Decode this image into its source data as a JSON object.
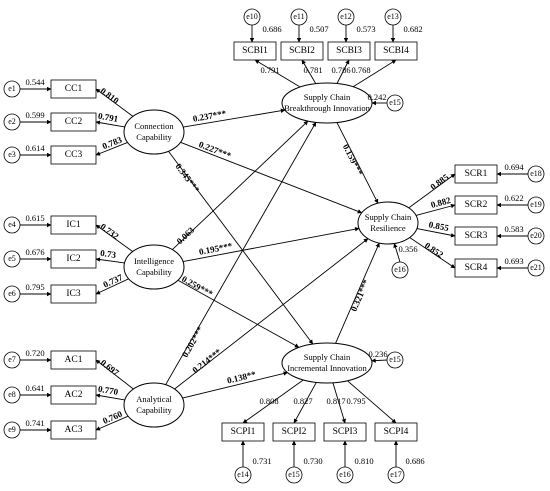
{
  "latents": {
    "cc": [
      "Connection",
      "Capability"
    ],
    "ic": [
      "Intelligence",
      "Capability"
    ],
    "ac": [
      "Analytical",
      "Capability"
    ],
    "scbi": [
      "Supply Chain",
      "Breakthrough Innovation"
    ],
    "scii": [
      "Supply Chain",
      "Incremental Innovation"
    ],
    "scr": [
      "Supply Chain",
      "Resilience"
    ]
  },
  "indicators": {
    "cc": [
      {
        "label": "CC1",
        "error": "e1",
        "variance": "0.544",
        "loading": "0.810"
      },
      {
        "label": "CC2",
        "error": "e2",
        "variance": "0.599",
        "loading": "0.791"
      },
      {
        "label": "CC3",
        "error": "e3",
        "variance": "0.614",
        "loading": "0.783"
      }
    ],
    "ic": [
      {
        "label": "IC1",
        "error": "e4",
        "variance": "0.615",
        "loading": "0.732"
      },
      {
        "label": "IC2",
        "error": "e5",
        "variance": "0.676",
        "loading": "0.73"
      },
      {
        "label": "IC3",
        "error": "e6",
        "variance": "0.795",
        "loading": "0.737"
      }
    ],
    "ac": [
      {
        "label": "AC1",
        "error": "e7",
        "variance": "0.720",
        "loading": "0.697"
      },
      {
        "label": "AC2",
        "error": "e8",
        "variance": "0.641",
        "loading": "0.770"
      },
      {
        "label": "AC3",
        "error": "e9",
        "variance": "0.741",
        "loading": "0.760"
      }
    ],
    "scbi": [
      {
        "label": "SCBI1",
        "error": "e10",
        "variance": "0.686",
        "loading": "0.791"
      },
      {
        "label": "SCBI2",
        "error": "e11",
        "variance": "0.507",
        "loading": "0.781"
      },
      {
        "label": "SCBI3",
        "error": "e12",
        "variance": "0.573",
        "loading": "0.786"
      },
      {
        "label": "SCBI4",
        "error": "e13",
        "variance": "0.682",
        "loading": "0.768"
      }
    ],
    "scii": [
      {
        "label": "SCPI1",
        "error": "e14",
        "variance": "0.731",
        "loading": "0.808"
      },
      {
        "label": "SCPI2",
        "error": "e15",
        "variance": "0.730",
        "loading": "0.827"
      },
      {
        "label": "SCPI3",
        "error": "e16",
        "variance": "0.810",
        "loading": "0.817"
      },
      {
        "label": "SCPI4",
        "error": "e17",
        "variance": "0.686",
        "loading": "0.795"
      }
    ],
    "scr": [
      {
        "label": "SCR1",
        "error": "e18",
        "variance": "0.694",
        "loading": "0.885"
      },
      {
        "label": "SCR2",
        "error": "e19",
        "variance": "0.622",
        "loading": "0.882"
      },
      {
        "label": "SCR3",
        "error": "e20",
        "variance": "0.583",
        "loading": "0.855"
      },
      {
        "label": "SCR4",
        "error": "e21",
        "variance": "0.693",
        "loading": "0.852"
      }
    ]
  },
  "disturbances": {
    "scbi": {
      "label": "e15",
      "variance": "0.242"
    },
    "scii": {
      "label": "e15",
      "variance": "0.236"
    },
    "scr": {
      "label": "e16",
      "variance": "0.356"
    }
  },
  "paths": {
    "cc_scbi": "0.237***",
    "cc_scr": "0.227***",
    "cc_scii": "0.345***",
    "ic_scbi": "0.063",
    "ic_scr": "0.195***",
    "ic_scii": "0.259***",
    "ac_scbi": "0.202***",
    "ac_scr": "0.214***",
    "ac_scii": "0.138**",
    "scbi_scr": "0.159***",
    "scii_scr": "0.321***"
  }
}
